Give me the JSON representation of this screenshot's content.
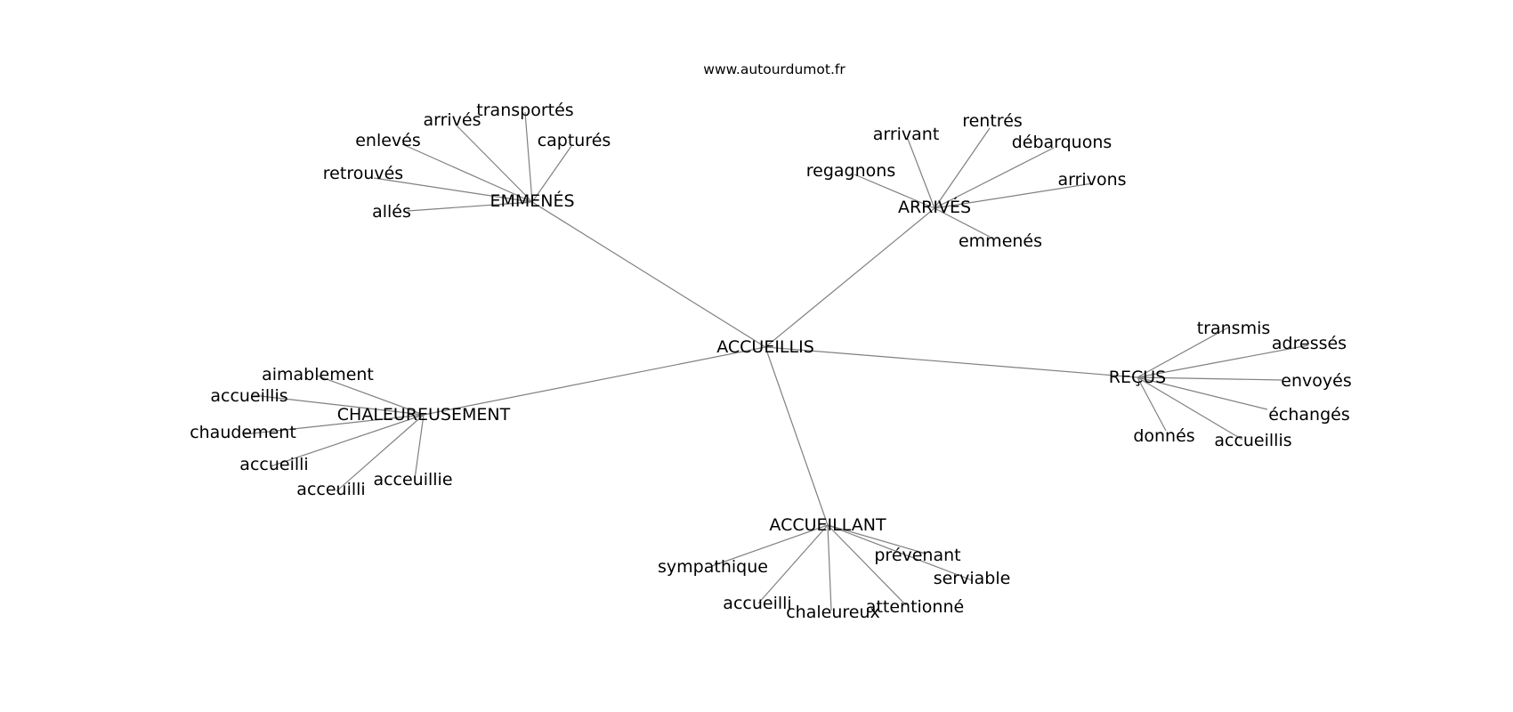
{
  "site": "www.autourdumot.fr",
  "graph": {
    "center": "ACCUEILLIS",
    "hubs": [
      {
        "label": "EMMENÉS",
        "leaves": [
          "allés",
          "retrouvés",
          "enlevés",
          "arrivés",
          "transportés",
          "capturés"
        ]
      },
      {
        "label": "ARRIVÉS",
        "leaves": [
          "regagnons",
          "arrivant",
          "rentrés",
          "débarquons",
          "arrivons",
          "emmenés"
        ]
      },
      {
        "label": "REÇUS",
        "leaves": [
          "transmis",
          "adressés",
          "envoyés",
          "échangés",
          "accueillis",
          "donnés"
        ]
      },
      {
        "label": "ACCUEILLANT",
        "leaves": [
          "sympathique",
          "accueilli",
          "chaleureux",
          "attentionné",
          "serviable",
          "prévenant"
        ]
      },
      {
        "label": "CHALEUREUSEMENT",
        "leaves": [
          "aimablement",
          "accueillis",
          "chaudement",
          "accueilli",
          "acceuilli",
          "acceuillie"
        ]
      }
    ]
  }
}
